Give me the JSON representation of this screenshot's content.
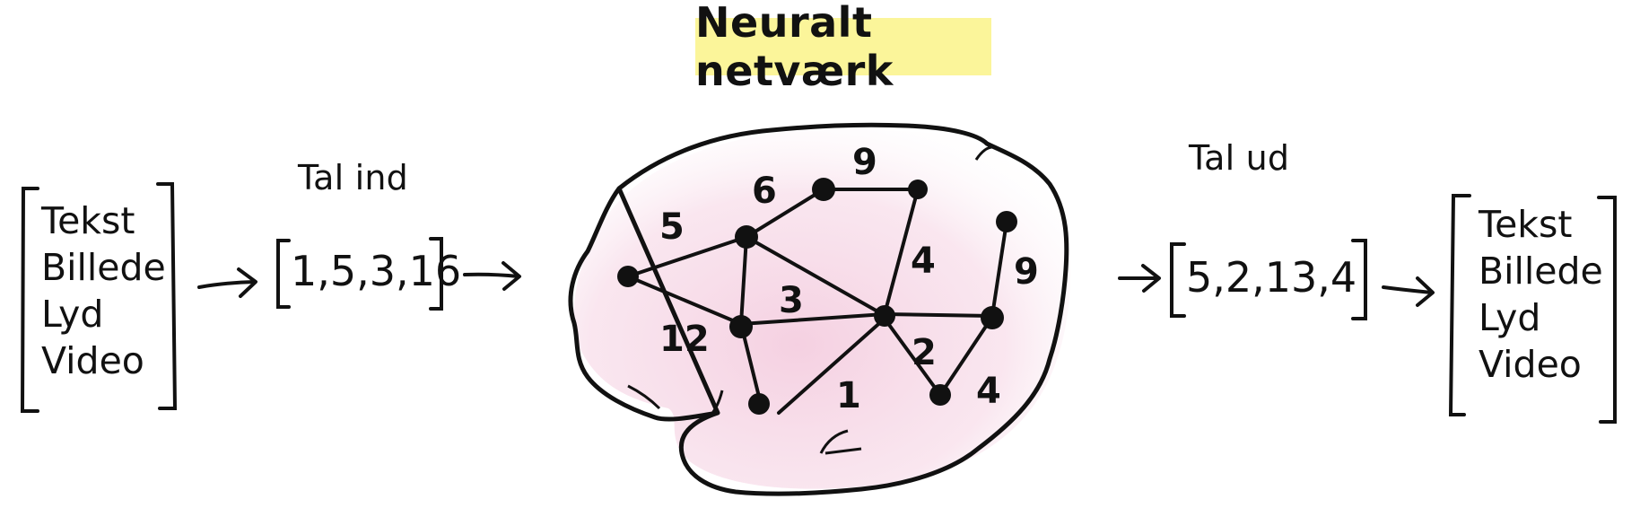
{
  "title": "Neuralt netværk",
  "input": {
    "types": [
      "Tekst",
      "Billede",
      "Lyd",
      "Video"
    ],
    "label": "Tal ind",
    "vector": "1,5,3,16"
  },
  "output": {
    "label": "Tal ud",
    "vector": "5,2,13,4",
    "types": [
      "Tekst",
      "Billede",
      "Lyd",
      "Video"
    ]
  },
  "network": {
    "weights": [
      "5",
      "6",
      "9",
      "3",
      "12",
      "4",
      "9",
      "2",
      "4",
      "1"
    ]
  },
  "colors": {
    "title_highlight": "#fbf59a",
    "blob_fill": "#f3c8dc",
    "ink": "#111111"
  }
}
